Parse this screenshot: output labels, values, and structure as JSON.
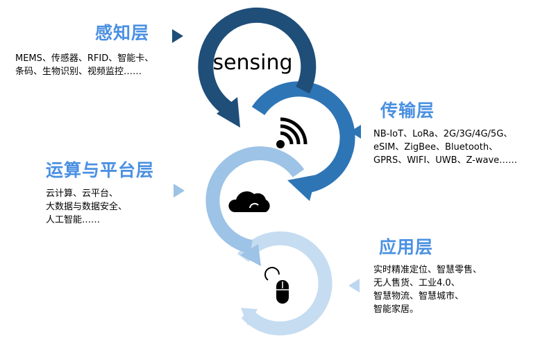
{
  "layers": [
    {
      "title": "感知层",
      "lines": [
        "MEMS、传感器、RFID、智能卡、",
        "条码、生物识别、视频监控……"
      ],
      "icon": "sensing-text",
      "icon_text": "sensing",
      "color": "#1f4e79"
    },
    {
      "title": "传输层",
      "lines": [
        "NB-IoT、LoRa、2G/3G/4G/5G、",
        "eSIM、ZigBee、Bluetooth、",
        "GPRS、WIFI、UWB、Z-wave……"
      ],
      "icon": "wifi-signal-icon",
      "color": "#2e75b6"
    },
    {
      "title": "运算与平台层",
      "lines": [
        "云计算、云平台、",
        "大数据与数据安全、",
        "人工智能……"
      ],
      "icon": "cloud-icon",
      "color": "#9dc3e6"
    },
    {
      "title": "应用层",
      "lines": [
        "实时精准定位、智慧零售、",
        "无人售货、工业4.0、",
        "智慧物流、智慧城市、",
        "智能家居。"
      ],
      "icon": "mouse-icon",
      "color": "#bdd7ee"
    }
  ]
}
